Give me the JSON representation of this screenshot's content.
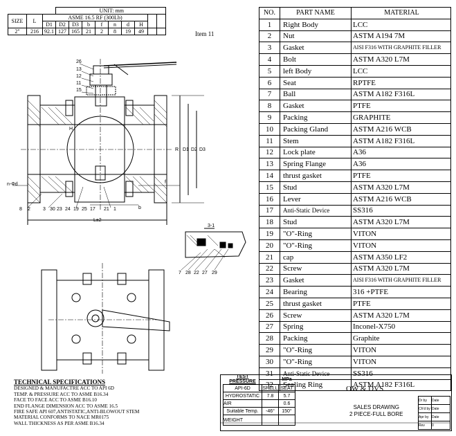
{
  "dim_table": {
    "unit": "UNIT: mm",
    "standard": "ASME 16.5 RF (300Lb)",
    "h_size": "SIZE",
    "h_L": "L",
    "cols": [
      "D1",
      "D2",
      "D3",
      "b",
      "f",
      "n",
      "d",
      "H"
    ],
    "size": "2\"",
    "L": "216",
    "values": [
      "92.1",
      "127",
      "165",
      "21",
      "2",
      "8",
      "19",
      "49"
    ]
  },
  "item_label": "Item 11",
  "parts": {
    "headers": [
      "NO.",
      "PART NAME",
      "MATERIAL"
    ],
    "rows": [
      {
        "no": "1",
        "name": "Right Body",
        "material": "LCC"
      },
      {
        "no": "2",
        "name": "Nut",
        "material": "ASTM A194 7M"
      },
      {
        "no": "3",
        "name": "Gasket",
        "material": "AISI F316 WITH GRAPHITE FILLER"
      },
      {
        "no": "4",
        "name": "Bolt",
        "material": "ASTM A320 L7M"
      },
      {
        "no": "5",
        "name": "left Body",
        "material": "LCC"
      },
      {
        "no": "6",
        "name": "Seat",
        "material": "RPTFE"
      },
      {
        "no": "7",
        "name": "Ball",
        "material": "ASTM A182 F316L"
      },
      {
        "no": "8",
        "name": "Gasket",
        "material": "PTFE"
      },
      {
        "no": "9",
        "name": "Packing",
        "material": "GRAPHITE"
      },
      {
        "no": "10",
        "name": "Packing Gland",
        "material": "ASTM A216 WCB"
      },
      {
        "no": "11",
        "name": "Stem",
        "material": "ASTM A182 F316L"
      },
      {
        "no": "12",
        "name": "Lock plate",
        "material": "A36"
      },
      {
        "no": "13",
        "name": "Spring Flange",
        "material": "A36"
      },
      {
        "no": "14",
        "name": "thrust gasket",
        "material": "PTFE"
      },
      {
        "no": "15",
        "name": "Stud",
        "material": "ASTM A320 L7M"
      },
      {
        "no": "16",
        "name": "Lever",
        "material": "ASTM A216 WCB"
      },
      {
        "no": "17",
        "name": "Anti-Static Device",
        "material": "SS316"
      },
      {
        "no": "18",
        "name": "Stud",
        "material": "ASTM A320 L7M"
      },
      {
        "no": "19",
        "name": "\"O\"-Ring",
        "material": "VITON"
      },
      {
        "no": "20",
        "name": "\"O\"-Ring",
        "material": "VITON"
      },
      {
        "no": "21",
        "name": "cap",
        "material": "ASTM A350 LF2"
      },
      {
        "no": "22",
        "name": "Screw",
        "material": "ASTM A320 L7M"
      },
      {
        "no": "23",
        "name": "Gasket",
        "material": "AISI F316 WITH GRAPHITE FILLER"
      },
      {
        "no": "24",
        "name": "Bearing",
        "material": "316 +PTFE"
      },
      {
        "no": "25",
        "name": "thrust gasket",
        "material": "PTFE"
      },
      {
        "no": "26",
        "name": "Screw",
        "material": "ASTM A320 L7M"
      },
      {
        "no": "27",
        "name": "Spring",
        "material": "Inconel-X750"
      },
      {
        "no": "28",
        "name": "Packing",
        "material": "Graphite"
      },
      {
        "no": "29",
        "name": "\"O\"-Ring",
        "material": "VITON"
      },
      {
        "no": "30",
        "name": "\"O\"-Ring",
        "material": "VITON"
      },
      {
        "no": "31",
        "name": "Anti-Static Device",
        "material": "SS316"
      },
      {
        "no": "32",
        "name": "Sealing Ring",
        "material": "ASTM A182 F316L"
      }
    ]
  },
  "tech": {
    "title": "TECHNICAL  SPECIFICATIONS",
    "lines": [
      "DESIGNED & MANUFACTRE ACC TO API 6D",
      "TEMP. & PRESSURE ACC TO ASME B16.34",
      "FACE TO FACE ACC TO ASME B16.10",
      "END FLANGE DIMENSION ACC TO ASME 16.5",
      "FIRE SAFE API 607,ANTISTATIC,ANTI-BLOWOUT STEM",
      "MATERIAL CONFORMS TO NACE MR0175",
      "WALL THICKNESS AS PER ASME B16.34"
    ]
  },
  "test": {
    "title": "TEST PRESSURE",
    "unit": "MPa",
    "h1": "API-6D",
    "h2": "SHELL",
    "h3": "SEAT",
    "r1": [
      "HYDROSTATIC",
      "7.8",
      "5.7"
    ],
    "r2": [
      "AIR",
      "",
      "0.6"
    ],
    "r3": [
      "Suitable Temp.",
      "-46°",
      "150°"
    ],
    "weight": "WEIGHT"
  },
  "title_block": {
    "company": "OW & DVS",
    "drawing_type": "SALES DRAWING",
    "description": "2 PIECE-FULL BORE",
    "sig": [
      "Dr by",
      "Date",
      "Ch'd by",
      "Date",
      "Apr by",
      "Date",
      "Rev"
    ],
    "rev": "0"
  },
  "drawing_labels": {
    "L": "L±2",
    "b": "b",
    "f": "f",
    "n_d": "n-Φd",
    "H": "H",
    "R": "R",
    "D1": "D1",
    "D2": "D2",
    "D3": "D3",
    "section": "3-1",
    "callouts": [
      "26",
      "13",
      "12",
      "11",
      "15",
      "8",
      "2",
      "3",
      "30",
      "23",
      "24",
      "19",
      "25",
      "17",
      "21",
      "1",
      "7",
      "28",
      "22",
      "27",
      "29"
    ]
  }
}
